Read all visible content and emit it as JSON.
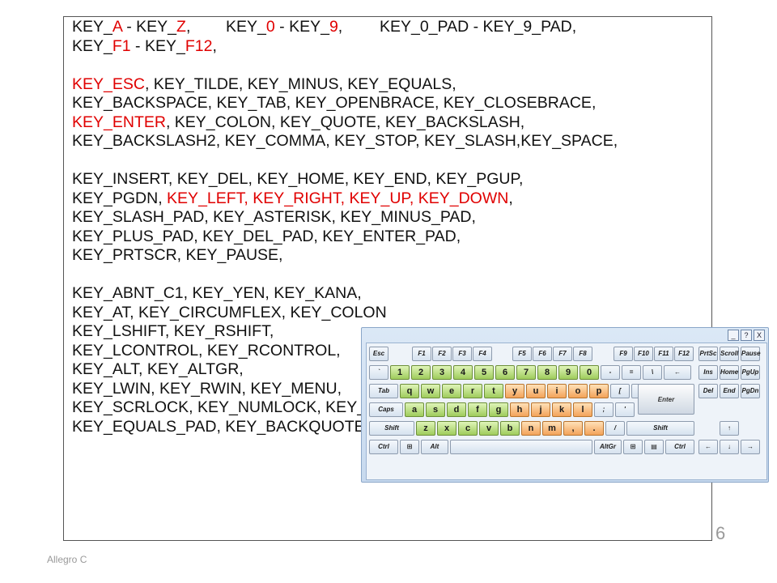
{
  "lines": [
    {
      "segments": [
        {
          "text": "KEY_",
          "red": false
        },
        {
          "text": "A",
          "red": true
        },
        {
          "text": " - KEY_",
          "red": false
        },
        {
          "text": "Z",
          "red": true
        },
        {
          "text": ",",
          "red": false
        }
      ],
      "tab2": [
        {
          "text": "KEY_",
          "red": false
        },
        {
          "text": "0",
          "red": true
        },
        {
          "text": " - KEY_",
          "red": false
        },
        {
          "text": "9",
          "red": true
        },
        {
          "text": ",",
          "red": false
        }
      ],
      "tab3": [
        {
          "text": "KEY_0_PAD - KEY_9_PAD,",
          "red": false
        }
      ]
    },
    {
      "segments": [
        {
          "text": "KEY_",
          "red": false
        },
        {
          "text": "F1",
          "red": true
        },
        {
          "text": " - KEY_",
          "red": false
        },
        {
          "text": "F12",
          "red": true
        },
        {
          "text": ",",
          "red": false
        }
      ]
    },
    {
      "gap": true
    },
    {
      "segments": [
        {
          "text": "KEY_ESC",
          "red": true
        },
        {
          "text": ", KEY_TILDE, KEY_MINUS, KEY_EQUALS,",
          "red": false
        }
      ]
    },
    {
      "segments": [
        {
          "text": "KEY_BACKSPACE, KEY_TAB, KEY_OPENBRACE, KEY_CLOSEBRACE,",
          "red": false
        }
      ]
    },
    {
      "segments": [
        {
          "text": "KEY_ENTER",
          "red": true
        },
        {
          "text": ", KEY_COLON, KEY_QUOTE, KEY_BACKSLASH,",
          "red": false
        }
      ]
    },
    {
      "segments": [
        {
          "text": "KEY_BACKSLASH2, KEY_COMMA, KEY_STOP, KEY_SLASH,KEY_SPACE,",
          "red": false
        }
      ]
    },
    {
      "gap": true
    },
    {
      "segments": [
        {
          "text": "KEY_INSERT, KEY_DEL, KEY_HOME, KEY_END, KEY_PGUP,",
          "red": false
        }
      ]
    },
    {
      "segments": [
        {
          "text": "KEY_PGDN, ",
          "red": false
        },
        {
          "text": "KEY_LEFT, KEY_RIGHT, KEY_UP, KEY_DOWN",
          "red": true
        },
        {
          "text": ",",
          "red": false
        }
      ]
    },
    {
      "segments": [
        {
          "text": "KEY_SLASH_PAD, KEY_ASTERISK, KEY_MINUS_PAD,",
          "red": false
        }
      ]
    },
    {
      "segments": [
        {
          "text": "KEY_PLUS_PAD, KEY_DEL_PAD, KEY_ENTER_PAD,",
          "red": false
        }
      ]
    },
    {
      "segments": [
        {
          "text": "KEY_PRTSCR, KEY_PAUSE,",
          "red": false
        }
      ]
    },
    {
      "gap": true
    },
    {
      "segments": [
        {
          "text": "KEY_ABNT_C1, KEY_YEN, KEY_KANA,",
          "red": false
        }
      ]
    },
    {
      "segments": [
        {
          "text": "KEY_AT, KEY_CIRCUMFLEX, KEY_COLON",
          "red": false
        }
      ]
    },
    {
      "segments": [
        {
          "text": "KEY_LSHIFT, KEY_RSHIFT,",
          "red": false
        }
      ]
    },
    {
      "segments": [
        {
          "text": "KEY_LCONTROL, KEY_RCONTROL,",
          "red": false
        }
      ]
    },
    {
      "segments": [
        {
          "text": "KEY_ALT, KEY_ALTGR,",
          "red": false
        }
      ]
    },
    {
      "segments": [
        {
          "text": "KEY_LWIN, KEY_RWIN, KEY_MENU,",
          "red": false
        }
      ]
    },
    {
      "segments": [
        {
          "text": "KEY_SCRLOCK, KEY_NUMLOCK, KEY_CAPSLOCK",
          "red": false
        }
      ]
    },
    {
      "segments": [
        {
          "text": "KEY_EQUALS_PAD, KEY_BACKQUOTE, KEY_SEMICOLON, KEY_COMMAND",
          "red": false
        }
      ]
    }
  ],
  "footer": "Allegro C",
  "page_number": "6",
  "keyboard": {
    "titlebar": [
      "_",
      "?",
      "X"
    ],
    "row0": [
      "Esc",
      "F1",
      "F2",
      "F3",
      "F4",
      "F5",
      "F6",
      "F7",
      "F8",
      "F9",
      "F10",
      "F11",
      "F12",
      "PrtSc",
      "Scroll",
      "Pause"
    ],
    "row1": [
      "`",
      "1",
      "2",
      "3",
      "4",
      "5",
      "6",
      "7",
      "8",
      "9",
      "0",
      "-",
      "=",
      "\\",
      "←",
      "Ins",
      "Home",
      "PgUp"
    ],
    "row2": [
      "Tab",
      "q",
      "w",
      "e",
      "r",
      "t",
      "y",
      "u",
      "i",
      "o",
      "p",
      "[",
      "]",
      "Del",
      "End",
      "PgDn"
    ],
    "row3": [
      "Caps",
      "a",
      "s",
      "d",
      "f",
      "g",
      "h",
      "j",
      "k",
      "l",
      ";",
      "'",
      "Enter"
    ],
    "row4": [
      "Shift",
      "z",
      "x",
      "c",
      "v",
      "b",
      "n",
      "m",
      ",",
      ".",
      "/",
      "Shift",
      "↑"
    ],
    "row5": [
      "Ctrl",
      "⊞",
      "Alt",
      "",
      "AltGr",
      "⊞",
      "▤",
      "Ctrl",
      "←",
      "↓",
      "→"
    ]
  },
  "colors": {
    "red": "#e00000",
    "green_key": "#9fcc5c",
    "orange_key": "#f3a35a"
  }
}
